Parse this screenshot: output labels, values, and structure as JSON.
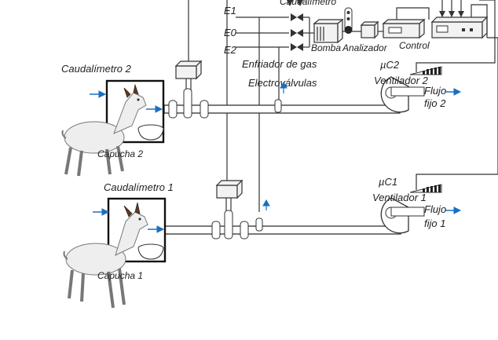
{
  "labels": {
    "caudalimetro_top": "Caudalímetro",
    "e1": "E1",
    "e0": "E0",
    "e2": "E2",
    "bomba": "Bomba",
    "analizador": "Analizador",
    "control": "Control",
    "enfriador": "Enfriador de gas",
    "electrovalvulas": "Electroválvulas",
    "caudalimetro2": "Caudalímetro 2",
    "capucha2": "Capucha 2",
    "caudalimetro1": "Caudalímetro 1",
    "capucha1": "Capucha 1",
    "uc2": "µC2",
    "ventilador2": "Ventilador 2",
    "flujo2_a": "Flujo",
    "flujo2_b": "fijo 2",
    "uc1": "µC1",
    "ventilador1": "Ventilador 1",
    "flujo1_a": "Flujo",
    "flujo1_b": "fijo 1"
  },
  "colors": {
    "arrow": "#1a6fc0",
    "line": "#333333",
    "hood": "#111111"
  },
  "icons": [
    "goat-icon",
    "goat-icon",
    "feeder-bowl-icon",
    "valve-icon",
    "pump-icon",
    "analyzer-icon",
    "control-unit-icon",
    "fan-icon",
    "flowmeter-icon"
  ]
}
